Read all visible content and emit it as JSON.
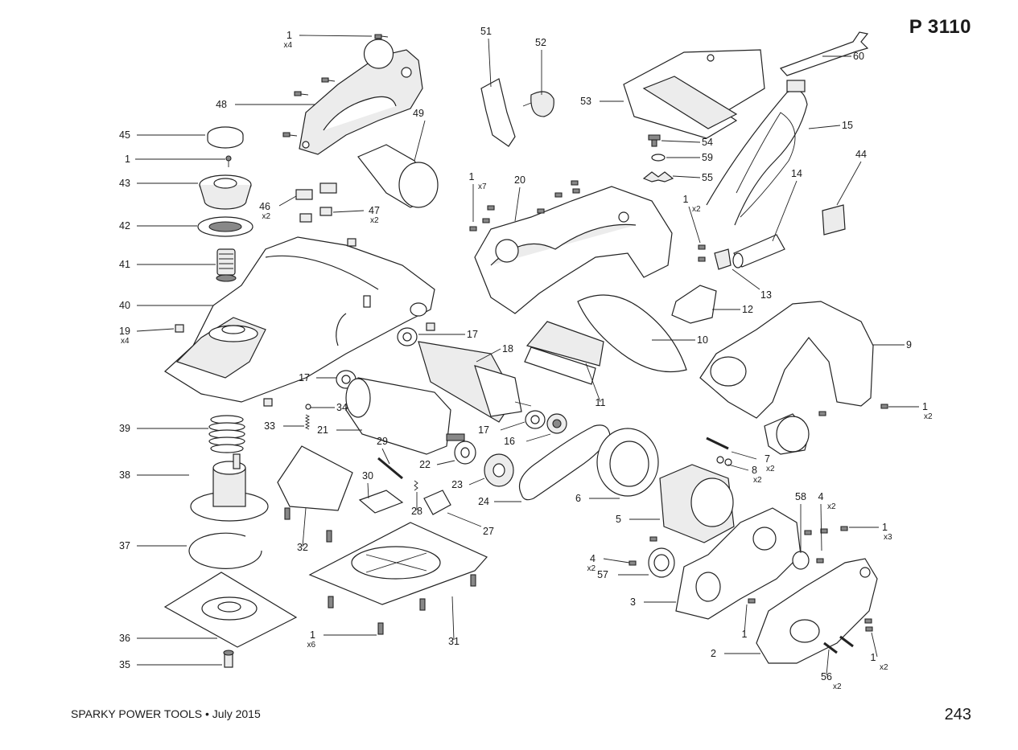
{
  "header": {
    "model": "P 3110"
  },
  "footer": {
    "left": "SPARKY POWER TOOLS • July 2015",
    "page_number": "243"
  },
  "callouts": [
    {
      "id": "c1a",
      "label": "1",
      "qty": "x4"
    },
    {
      "id": "c48",
      "label": "48"
    },
    {
      "id": "c45",
      "label": "45"
    },
    {
      "id": "c1b",
      "label": "1"
    },
    {
      "id": "c43",
      "label": "43"
    },
    {
      "id": "c42",
      "label": "42"
    },
    {
      "id": "c41",
      "label": "41"
    },
    {
      "id": "c40",
      "label": "40"
    },
    {
      "id": "c19",
      "label": "19",
      "qty": "x4"
    },
    {
      "id": "c39",
      "label": "39"
    },
    {
      "id": "c38",
      "label": "38"
    },
    {
      "id": "c37",
      "label": "37"
    },
    {
      "id": "c36",
      "label": "36"
    },
    {
      "id": "c35",
      "label": "35"
    },
    {
      "id": "c49",
      "label": "49"
    },
    {
      "id": "c46",
      "label": "46",
      "qty": "x2"
    },
    {
      "id": "c47",
      "label": "47",
      "qty": "x2"
    },
    {
      "id": "c51",
      "label": "51"
    },
    {
      "id": "c52",
      "label": "52"
    },
    {
      "id": "c53",
      "label": "53"
    },
    {
      "id": "c54",
      "label": "54"
    },
    {
      "id": "c59",
      "label": "59"
    },
    {
      "id": "c55",
      "label": "55"
    },
    {
      "id": "c60",
      "label": "60"
    },
    {
      "id": "c15",
      "label": "15"
    },
    {
      "id": "c44",
      "label": "44"
    },
    {
      "id": "c14",
      "label": "14"
    },
    {
      "id": "c1c",
      "label": "1",
      "qty": "x7"
    },
    {
      "id": "c20",
      "label": "20"
    },
    {
      "id": "c1d",
      "label": "1",
      "qty": "x2"
    },
    {
      "id": "c13",
      "label": "13"
    },
    {
      "id": "c12",
      "label": "12"
    },
    {
      "id": "c10",
      "label": "10"
    },
    {
      "id": "c9",
      "label": "9"
    },
    {
      "id": "c17a",
      "label": "17"
    },
    {
      "id": "c18",
      "label": "18"
    },
    {
      "id": "c17b",
      "label": "17"
    },
    {
      "id": "c11",
      "label": "11"
    },
    {
      "id": "c34",
      "label": "34"
    },
    {
      "id": "c33",
      "label": "33"
    },
    {
      "id": "c21",
      "label": "21"
    },
    {
      "id": "c29",
      "label": "29"
    },
    {
      "id": "c17c",
      "label": "17"
    },
    {
      "id": "c16",
      "label": "16"
    },
    {
      "id": "c22",
      "label": "22"
    },
    {
      "id": "c23",
      "label": "23"
    },
    {
      "id": "c30",
      "label": "30"
    },
    {
      "id": "c28",
      "label": "28"
    },
    {
      "id": "c27",
      "label": "27"
    },
    {
      "id": "c24",
      "label": "24"
    },
    {
      "id": "c32",
      "label": "32"
    },
    {
      "id": "c31",
      "label": "31"
    },
    {
      "id": "c1e",
      "label": "1",
      "qty": "x6"
    },
    {
      "id": "c1f",
      "label": "1",
      "qty": "x2"
    },
    {
      "id": "c7",
      "label": "7",
      "qty": "x2"
    },
    {
      "id": "c8",
      "label": "8",
      "qty": "x2"
    },
    {
      "id": "c6",
      "label": "6"
    },
    {
      "id": "c5",
      "label": "5"
    },
    {
      "id": "c58",
      "label": "58"
    },
    {
      "id": "c4a",
      "label": "4",
      "qty": "x2"
    },
    {
      "id": "c1g",
      "label": "1",
      "qty": "x3"
    },
    {
      "id": "c4b",
      "label": "4",
      "qty": "x2"
    },
    {
      "id": "c57",
      "label": "57"
    },
    {
      "id": "c3",
      "label": "3"
    },
    {
      "id": "c1h",
      "label": "1"
    },
    {
      "id": "c2",
      "label": "2"
    },
    {
      "id": "c1i",
      "label": "1",
      "qty": "x2"
    },
    {
      "id": "c56",
      "label": "56",
      "qty": "x2"
    }
  ]
}
